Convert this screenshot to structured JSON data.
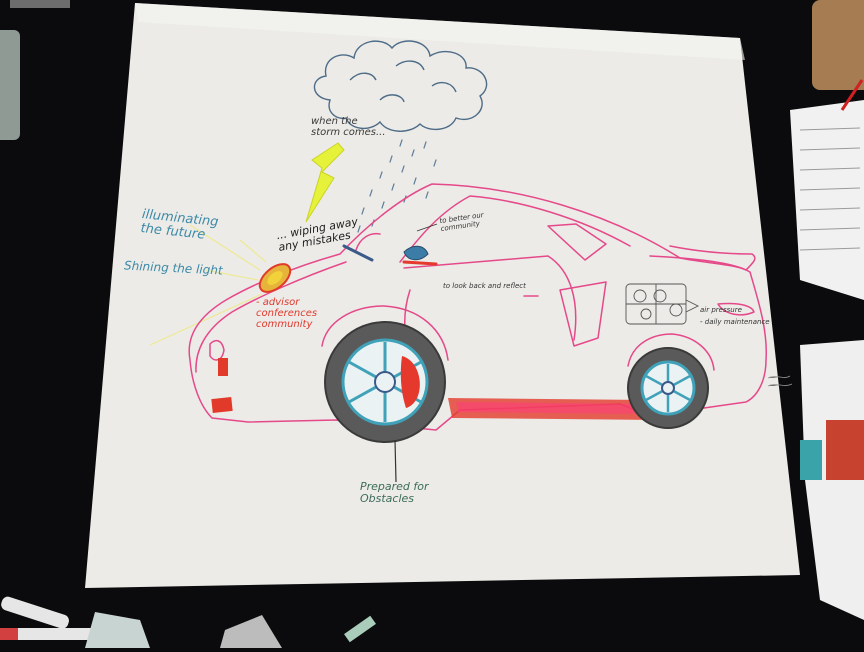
{
  "poster": {
    "annotations": {
      "illuminating": "illuminating\nthe future",
      "shining": "Shining the light",
      "storm": "when the\nstorm comes...",
      "wiping": "... wiping away\nany mistakes",
      "advisor": "- advisor\nconferences\ncommunity",
      "obstacles": "Prepared for\nObstacles",
      "better": "to better our\ncommunity",
      "look_back": "to look back and reflect",
      "air_pressure": "air pressure",
      "maintenance": "- daily maintenance"
    }
  },
  "colors": {
    "background": "#0b0b0d",
    "paper": "#ecebe7",
    "car_outline": "#e5498a",
    "lightning": "#e6f23a",
    "tire": "#5a5a5a",
    "rim": "#3fa2b8",
    "accent_red": "#e5392d"
  },
  "icons": [
    "cloud-icon",
    "lightning-icon",
    "rain-icon",
    "car-drawing",
    "engine-sketch"
  ]
}
